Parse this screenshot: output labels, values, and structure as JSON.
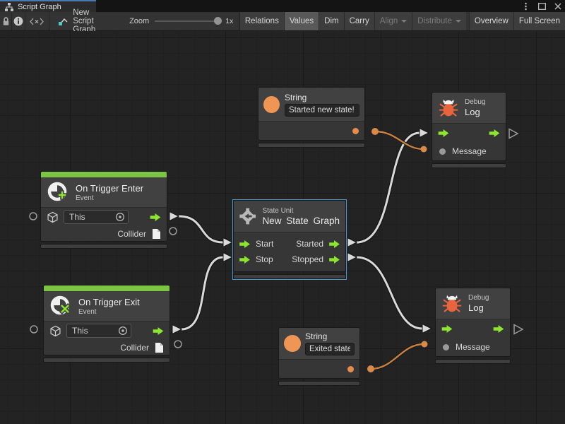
{
  "tab": {
    "title": "Script Graph"
  },
  "toolbar": {
    "graph_name": "New Script Graph",
    "zoom_label": "Zoom",
    "zoom_value": "1x",
    "buttons": [
      {
        "label": "Relations",
        "state": "normal"
      },
      {
        "label": "Values",
        "state": "active"
      },
      {
        "label": "Dim",
        "state": "normal"
      },
      {
        "label": "Carry",
        "state": "normal"
      },
      {
        "label": "Align",
        "state": "disabled",
        "dropdown": true
      },
      {
        "label": "Distribute",
        "state": "disabled",
        "dropdown": true
      },
      {
        "label": "Overview",
        "state": "normal"
      },
      {
        "label": "Full Screen",
        "state": "normal"
      }
    ]
  },
  "nodes": {
    "string_top": {
      "title": "String",
      "value": "Started new state!"
    },
    "string_bottom": {
      "title": "String",
      "value": "Exited state"
    },
    "debug_top": {
      "category": "Debug",
      "title": "Log",
      "input": "Message"
    },
    "debug_bottom": {
      "category": "Debug",
      "title": "Log",
      "input": "Message"
    },
    "trigger_enter": {
      "title": "On Trigger Enter",
      "subtitle": "Event",
      "target": "This",
      "output": "Collider"
    },
    "trigger_exit": {
      "title": "On Trigger Exit",
      "subtitle": "Event",
      "target": "This",
      "output": "Collider"
    },
    "state_unit": {
      "category": "State Unit",
      "title": "New State Graph",
      "in1": "Start",
      "in2": "Stop",
      "out1": "Started",
      "out2": "Stopped"
    }
  },
  "colors": {
    "flow_green": "#8ce62e",
    "event_bar_green": "#7cc443",
    "value_orange": "#ef9654",
    "wire_orange": "#c9813f",
    "bug_orange": "#e8643c",
    "selection_blue": "#4397ce",
    "tab_accent_blue": "#4a7ab0",
    "canvas_bg": "#232323"
  }
}
